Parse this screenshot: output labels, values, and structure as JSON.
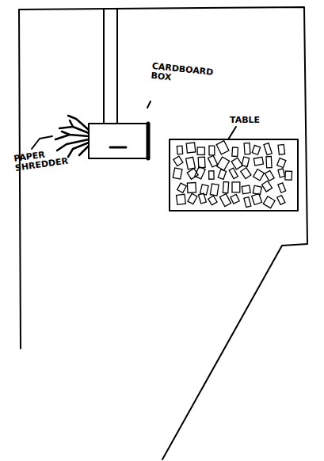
{
  "diagram": {
    "labels": [
      "CARDBOARD BOX",
      "PAPER SHREDDER",
      "TABLE"
    ]
  }
}
